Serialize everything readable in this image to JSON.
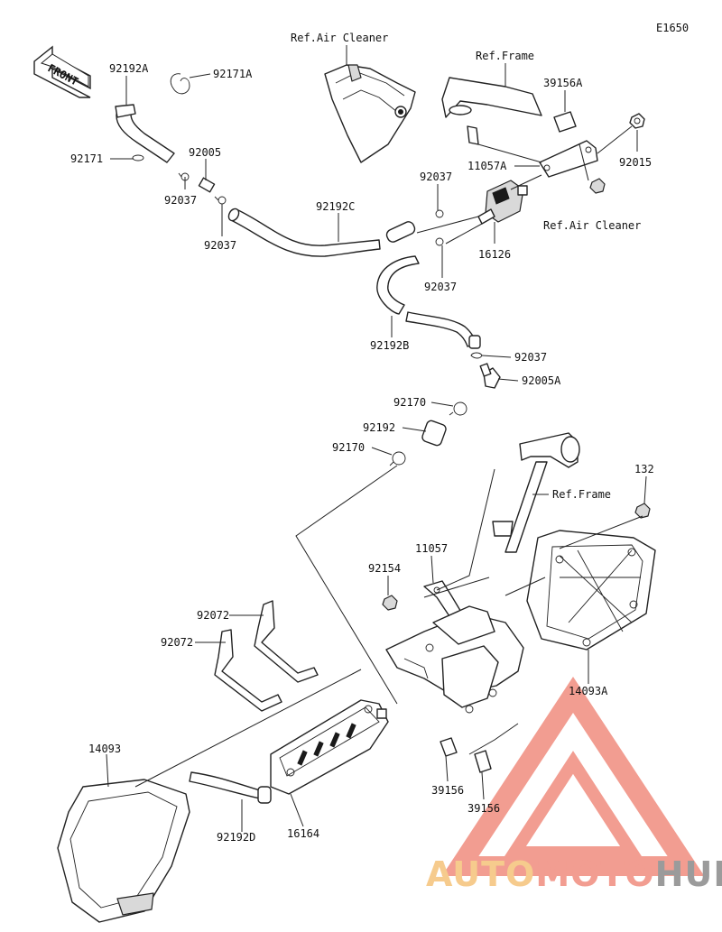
{
  "diagram_code": "E1650",
  "front_label": "FRONT",
  "references": {
    "air_cleaner_top": "Ref.Air Cleaner",
    "frame_top": "Ref.Frame",
    "air_cleaner_right": "Ref.Air Cleaner",
    "frame_middle": "Ref.Frame"
  },
  "part_numbers": {
    "p92192A": "92192A",
    "p92171A": "92171A",
    "p92171": "92171",
    "p92005": "92005",
    "p92037_a": "92037",
    "p92037_b": "92037",
    "p92192C": "92192C",
    "p92037_c": "92037",
    "p39156A": "39156A",
    "p11057A": "11057A",
    "p92015": "92015",
    "p16126": "16126",
    "p92037_d": "92037",
    "p92192B": "92192B",
    "p92037_e": "92037",
    "p92005A": "92005A",
    "p92170_a": "92170",
    "p92192": "92192",
    "p92170_b": "92170",
    "p132": "132",
    "p11057": "11057",
    "p92154": "92154",
    "p14093A": "14093A",
    "p92072_a": "92072",
    "p92072_b": "92072",
    "p14093": "14093",
    "p39156_a": "39156",
    "p39156_b": "39156",
    "p92192D": "92192D",
    "p16164": "16164"
  },
  "watermark": {
    "part1": "AUTO",
    "part2": "MOTO",
    "part3": "HUB",
    "colors": {
      "auto": "#f5c27a",
      "moto": "#f08c7e",
      "hub": "#8a8a8a",
      "triangle": "#f08c7e"
    }
  }
}
